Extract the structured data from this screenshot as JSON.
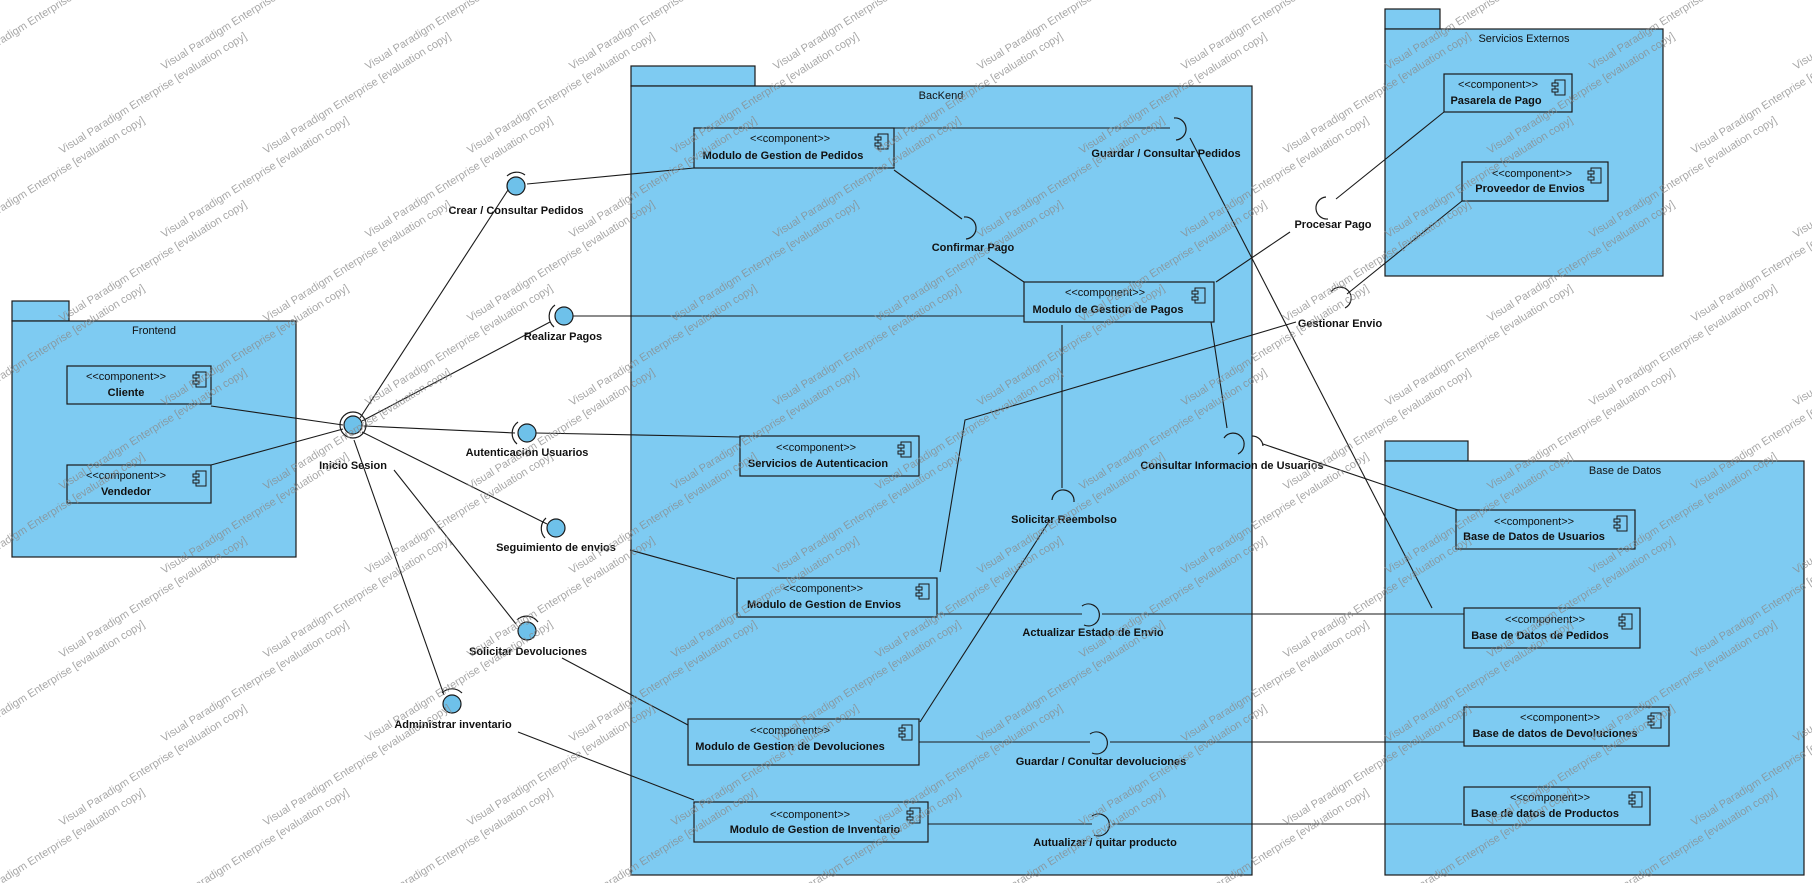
{
  "watermark": "Visual Paradigm Enterprise [evaluation copy]",
  "stereotype": "<<component>>",
  "colors": {
    "fill": "#7ecbf2",
    "interface": "#6ec1ea",
    "line": "#1a1a1a"
  },
  "packages": {
    "frontend": "Frontend",
    "backend": "BacKend",
    "servicios": "Servicios Externos",
    "basedatos": "Base de Datos"
  },
  "components": {
    "cliente": "Cliente",
    "vendedor": "Vendedor",
    "pedidos": "Modulo de Gestion de Pedidos",
    "pagos": "Modulo de Gestion de Pagos",
    "autenticacion": "Servicios de Autenticacion",
    "envios": "Modulo de Gestion de Envios",
    "devoluciones": "Modulo de Gestion de Devoluciones",
    "inventario": "Modulo de Gestion de Inventario",
    "pasarela": "Pasarela de Pago",
    "proveedor": "Proveedor de Envios",
    "bd_usuarios": "Base de Datos de Usuarios",
    "bd_pedidos": "Base de Datos de Pedidos",
    "bd_devoluciones": "Base de datos de Devoluciones",
    "bd_productos": "Base de datos de Productos"
  },
  "interfaces": {
    "inicio_sesion": "Inicio Sesion",
    "crear_consultar_pedidos": "Crear / Consultar Pedidos",
    "realizar_pagos": "Realizar Pagos",
    "autenticacion_usuarios": "Autenticacion Usuarios",
    "seguimiento_envios": "Seguimiento de envios",
    "solicitar_devoluciones": "Solicitar Devoluciones",
    "administrar_inventario": "Administrar inventario",
    "guardar_consultar_pedidos": "Guardar / Consultar Pedidos",
    "confirmar_pago": "Confirmar Pago",
    "procesar_pago": "Procesar Pago",
    "gestionar_envio": "Gestionar Envio",
    "consultar_info_usuarios": "Consultar Informacion de Usuarios",
    "solicitar_reembolso": "Solicitar Reembolso",
    "actualizar_estado_envio": "Actualizar Estado de Envio",
    "guardar_consultar_devoluciones": "Guardar / Conultar devoluciones",
    "actualizar_quitar_producto": "Autualizar / quitar producto"
  }
}
